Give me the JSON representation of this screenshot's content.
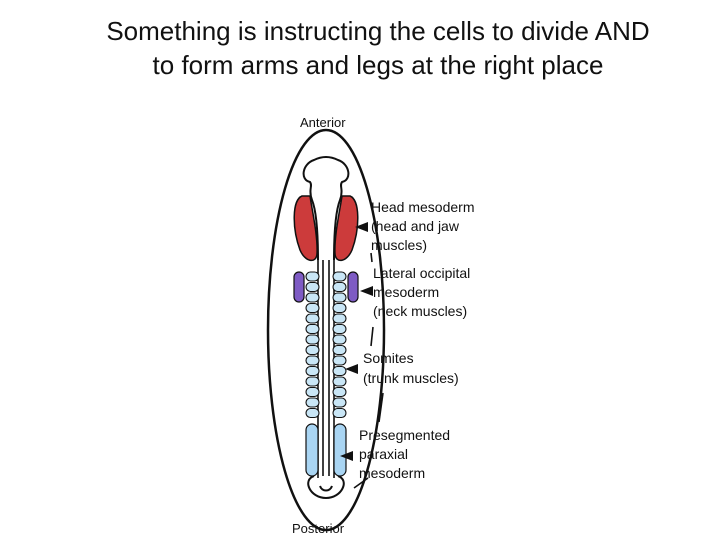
{
  "slide": {
    "title_line1": "Something is instructing the cells to divide AND",
    "title_line2": "to form arms and legs at the right place"
  },
  "diagram": {
    "orientation_top": "Anterior",
    "orientation_bottom": "Posterior",
    "labels": [
      {
        "lines": [
          "Head mesoderm",
          "(head and jaw",
          "muscles)"
        ]
      },
      {
        "lines": [
          "Lateral occipital",
          "mesoderm",
          "(neck muscles)"
        ]
      },
      {
        "lines": [
          "Somites",
          "(trunk muscles)"
        ]
      },
      {
        "lines": [
          "Presegmented",
          "paraxial",
          "mesoderm"
        ]
      }
    ],
    "colors": {
      "head_mesoderm": "#cc3b3b",
      "lateral_occipital": "#7e5bc4",
      "somites": "#c9e6f6",
      "presegmented": "#a9d5f3",
      "outline": "#111111"
    }
  }
}
